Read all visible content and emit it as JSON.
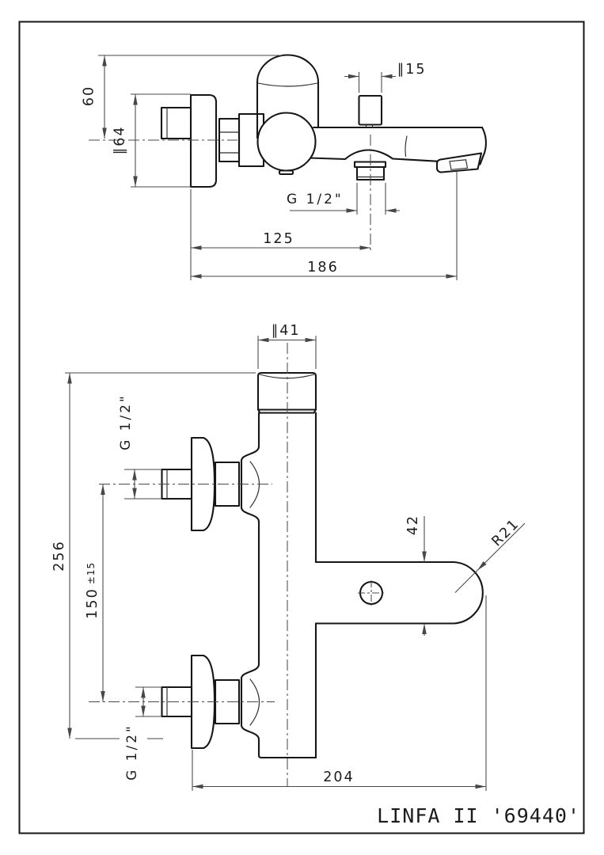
{
  "page": {
    "background": "#ffffff",
    "line_color": "#161616",
    "dim_color": "#474747"
  },
  "title_block": {
    "model_name": "LINFA II '69440'"
  },
  "side_view": {
    "dims": {
      "dome_height": "60",
      "flange_diameter": "∥64",
      "diverter_knob_diameter": "∥15",
      "outlet_thread": "G 1/2\"",
      "outlet_offset": "125",
      "spout_reach": "186"
    }
  },
  "front_view": {
    "dims": {
      "body_diameter": "∥41",
      "upper_inlet_thread": "G 1/2\"",
      "overall_height": "256",
      "inlet_spacing": "150",
      "inlet_spacing_tolerance": "±15",
      "handle_plate_width": "42",
      "handle_plate_radius": "R21",
      "lower_inlet_thread": "G 1/2\"",
      "reach_from_wall": "204"
    }
  }
}
